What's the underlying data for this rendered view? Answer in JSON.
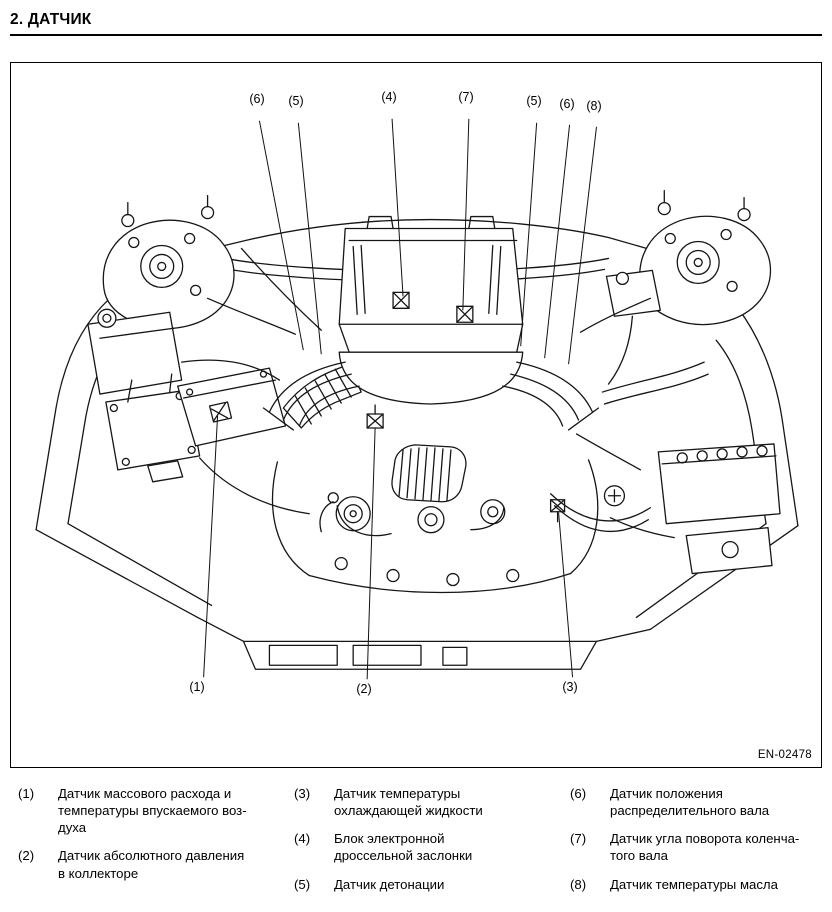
{
  "page": {
    "title": "2.  ДАТЧИК"
  },
  "figure": {
    "code": "EN-02478",
    "callouts_top": [
      {
        "label": "(6)"
      },
      {
        "label": "(5)"
      },
      {
        "label": "(4)"
      },
      {
        "label": "(7)"
      },
      {
        "label": "(5)"
      },
      {
        "label": "(6)"
      },
      {
        "label": "(8)"
      }
    ],
    "callouts_bottom": [
      {
        "label": "(1)"
      },
      {
        "label": "(2)"
      },
      {
        "label": "(3)"
      }
    ]
  },
  "legend": {
    "columns": [
      {
        "items": [
          {
            "num": "(1)",
            "text": "Датчик массового расхода и температуры впускаемого воз­духа"
          },
          {
            "num": "(2)",
            "text": "Датчик абсолютного давления в коллекторе"
          }
        ]
      },
      {
        "items": [
          {
            "num": "(3)",
            "text": "Датчик температуры охлаждаю­щей жидкости"
          },
          {
            "num": "(4)",
            "text": "Блок электронной дроссельной заслонки"
          },
          {
            "num": "(5)",
            "text": "Датчик детонации"
          }
        ]
      },
      {
        "items": [
          {
            "num": "(6)",
            "text": "Датчик положения распредели­тельного вала"
          },
          {
            "num": "(7)",
            "text": "Датчик угла поворота коленча­того вала"
          },
          {
            "num": "(8)",
            "text": "Датчик температуры масла"
          }
        ]
      }
    ]
  }
}
